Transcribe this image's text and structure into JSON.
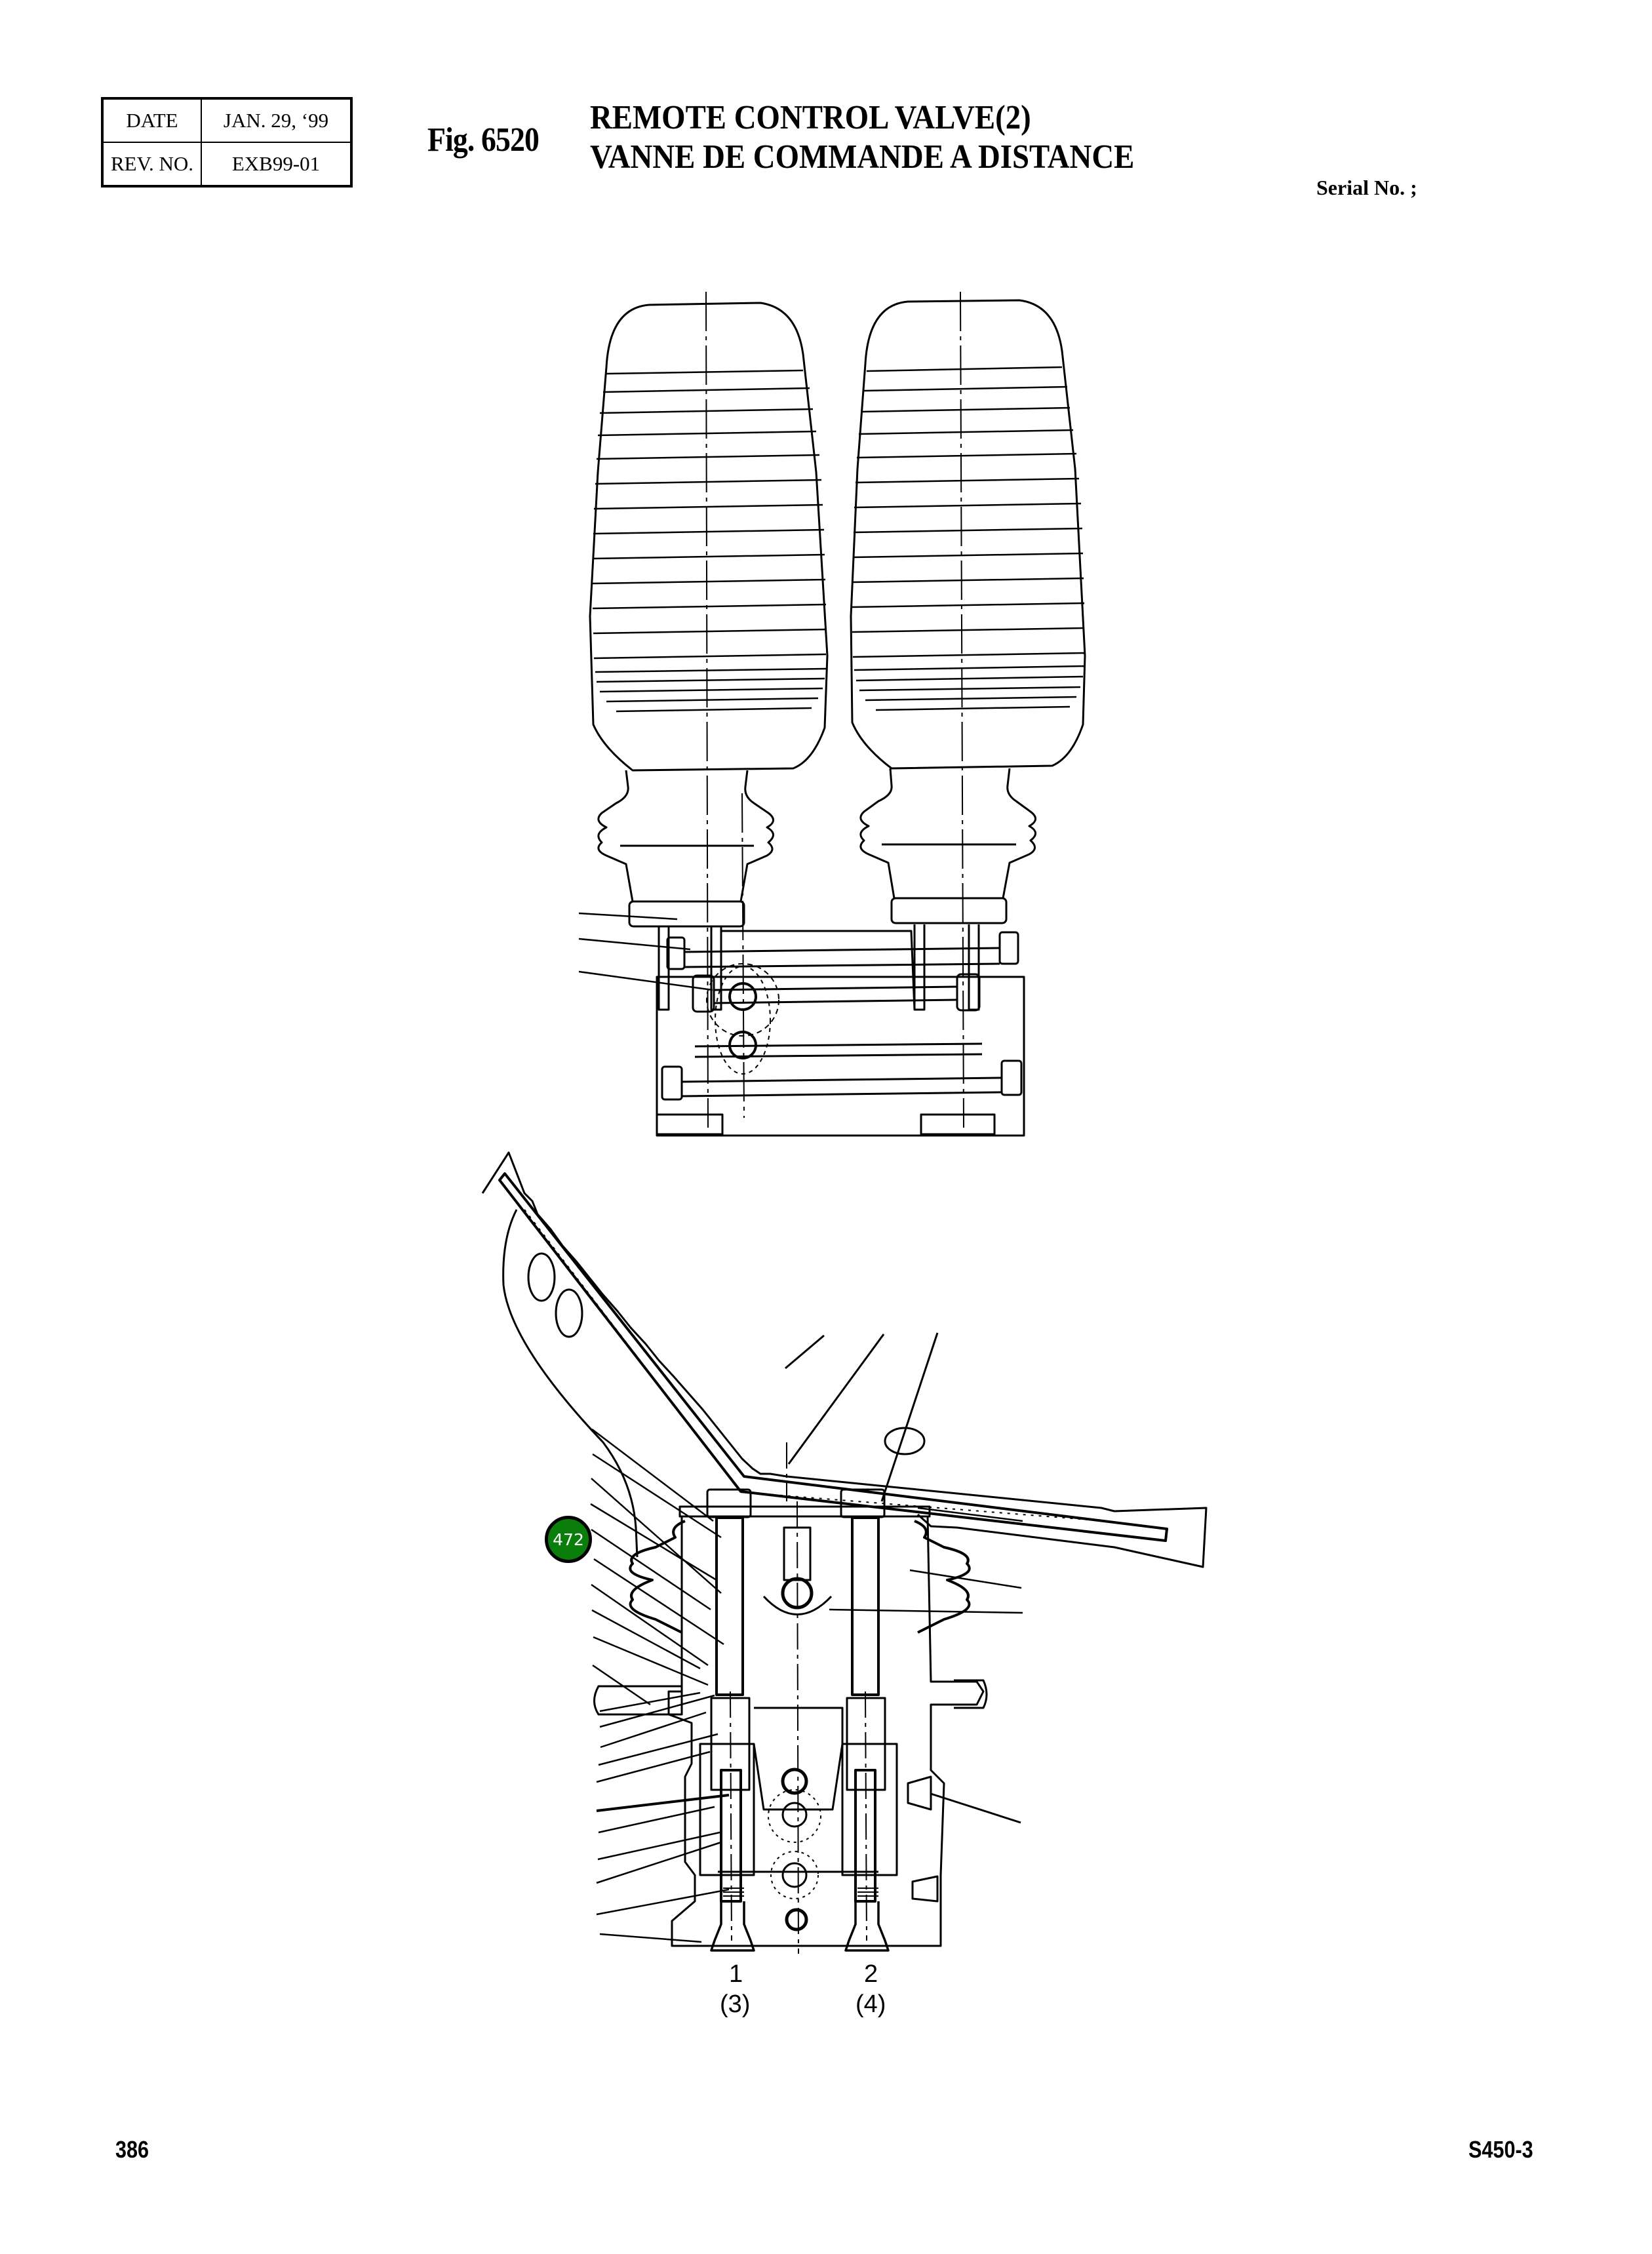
{
  "revision_box": {
    "date_label": "DATE",
    "date_value": "JAN. 29, ‘99",
    "rev_label": "REV. NO.",
    "rev_value": "EXB99-01"
  },
  "figure": {
    "number": "Fig. 6520",
    "title_en": "REMOTE CONTROL VALVE(2)",
    "title_fr": "VANNE DE COMMANDE A DISTANCE"
  },
  "serial": {
    "label": "Serial No. ;"
  },
  "ports": [
    {
      "number": "1",
      "alt": "(3)"
    },
    {
      "number": "2",
      "alt": "(4)"
    }
  ],
  "callouts": [
    {
      "label": "472",
      "color": "#0a7d0a"
    }
  ],
  "footer": {
    "page_number": "386",
    "model": "S450-3"
  }
}
